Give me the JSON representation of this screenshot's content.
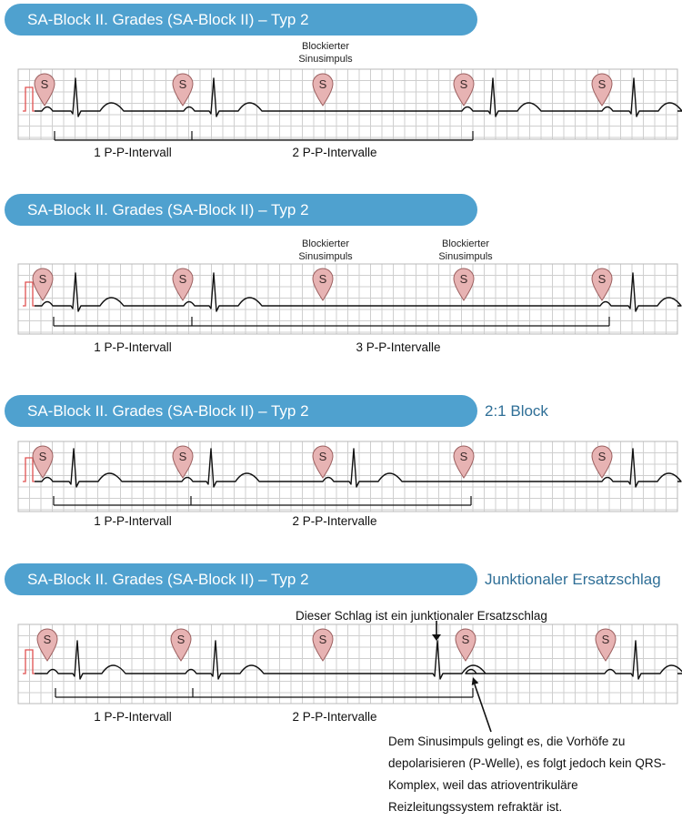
{
  "panels": [
    {
      "title": "SA-Block II. Grades (SA-Block II) – Typ 2",
      "side_label": "",
      "pin_letter": "S",
      "notes": [
        "Blockierter\nSinusimpuls"
      ],
      "interval_labels": [
        "1 P-P-Intervall",
        "2 P-P-Intervalle"
      ]
    },
    {
      "title": "SA-Block II. Grades (SA-Block II) – Typ 2",
      "side_label": "",
      "pin_letter": "S",
      "notes": [
        "Blockierter\nSinusimpuls",
        "Blockierter\nSinusimpuls"
      ],
      "interval_labels": [
        "1 P-P-Intervall",
        "3 P-P-Intervalle"
      ]
    },
    {
      "title": "SA-Block II. Grades (SA-Block II) – Typ 2",
      "side_label": "2:1 Block",
      "pin_letter": "S",
      "notes": [],
      "interval_labels": [
        "1 P-P-Intervall",
        "2 P-P-Intervalle"
      ]
    },
    {
      "title": "SA-Block II. Grades (SA-Block II) – Typ 2",
      "side_label": "Junktionaler Ersatzschlag",
      "pin_letter": "S",
      "notes": [],
      "top_annotation": "Dieser Schlag ist ein junktionaler Ersatzschlag",
      "bottom_annotation": "Dem Sinusimpuls gelingt es, die Vorhöfe zu depolarisieren (P-Welle), es folgt jedoch kein QRS-Komplex, weil das atrioventrikuläre Reizleitungssystem refraktär ist.",
      "interval_labels": [
        "1 P-P-Intervall",
        "2 P-P-Intervalle"
      ]
    }
  ],
  "colors": {
    "pill": "#4fa1cf",
    "side_label": "#2f6f97",
    "grid": "#cfcfcf",
    "pin_fill": "#e7b3b3",
    "pin_stroke": "#9b5f5f",
    "calibration": "#e05050"
  }
}
